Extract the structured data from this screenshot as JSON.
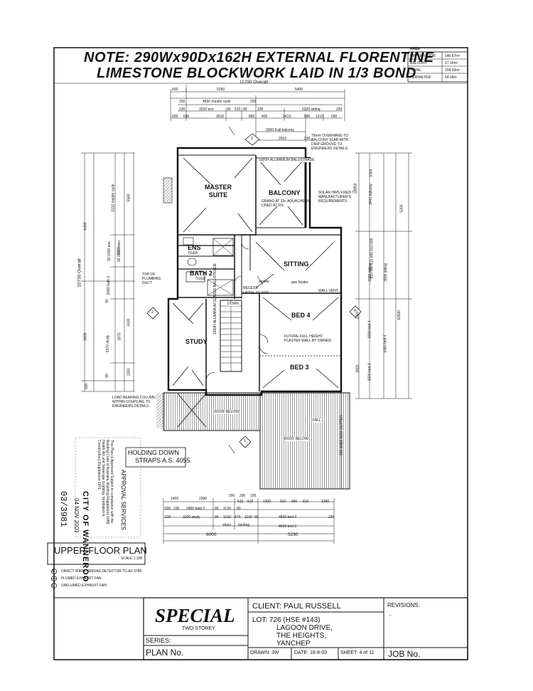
{
  "note": {
    "line1": "NOTE: 290Wx90Dx162H EXTERNAL FLORENTINE",
    "line2": "LIMESTONE BLOCKWORK LAID IN 1/3 BOND"
  },
  "area_table": {
    "heading": "AREA",
    "rows": [
      {
        "label": "UPPER FLOOR",
        "value": "140.67m²"
      },
      {
        "label": "BALCONY",
        "value": "17.16m²"
      },
      {
        "label": "TOTAL",
        "value": "158.03m²"
      },
      {
        "label": "PERIMETER",
        "value": "64.04m"
      }
    ]
  },
  "top_dims": {
    "overall": "11290 Overall",
    "row1": [
      "600",
      "5290",
      "5400"
    ],
    "row2": [
      "230",
      "4830 master suite",
      "230"
    ],
    "row3": [
      "230",
      "3220 ens",
      "90",
      "510",
      "90",
      "230",
      "6320 sitting",
      "230"
    ],
    "row4": [
      "600",
      "690",
      "3510",
      "890",
      "400",
      "2410",
      "690",
      "1210",
      "690"
    ],
    "row5": [
      "3300 b'all balcony"
    ],
    "row6": [
      "2910",
      "230"
    ]
  },
  "left_dims": {
    "overall": "15730 Overall",
    "col_a": [
      "9400",
      "5830",
      "500"
    ],
    "col_b": [
      "5110 master suite",
      "90 2000 ens",
      "90 2000 linen",
      "2000 bath 2",
      "90",
      "5370 study",
      "90"
    ],
    "col_c": [
      "5580",
      "2000",
      "3875",
      "4430",
      "1180"
    ]
  },
  "right_dims": {
    "overall": "10530",
    "col_a": [
      "5200"
    ],
    "col_b": [
      "4950",
      "2410",
      "3920"
    ],
    "col_c": [
      "1064",
      "3441 balcony",
      "610 490 510 690 510 695",
      "3320 sitting",
      "3190 bed 4",
      "3200 bed 3"
    ],
    "col_d": [
      "3800 sitting",
      "6480 bed 4"
    ]
  },
  "bottom_dims": {
    "row1": [
      "1400",
      "2390",
      "290",
      "290",
      "100",
      "510",
      "510",
      "1300",
      "910",
      "690",
      "810",
      "1390"
    ],
    "row2": [
      "600",
      "230",
      "2800 bath 2",
      "90",
      "1130",
      "80"
    ],
    "row3": [
      "230",
      "3200 study",
      "90",
      "1100",
      "470",
      "1100",
      "90",
      "4830 bed 4",
      "230"
    ],
    "row4": [
      "4830 bed 3"
    ],
    "row5": [
      "6000",
      "5290"
    ],
    "stairs": "stairs",
    "landing": "landing"
  },
  "rooms": {
    "master": "MASTER\nSUITE",
    "balcony": "BALCONY",
    "ens": "ENS",
    "ens_tiled": "TILED",
    "bath": "BATH 2",
    "bath_tiled": "TILED",
    "sitting": "SITTING",
    "bed4": "BED 4",
    "bed3": "BED 3",
    "study": "STUDY",
    "recess": "RECESS",
    "recess_note": "LINTEL AT 2400",
    "down": "DOWN",
    "roof_label": "ROOF BELOW",
    "roof_label2": "ROOF BELOW",
    "fall": "FALL"
  },
  "annotations": {
    "balustrade": "1000H ALUMINIUM BALUSTRADE",
    "balcony_grano": "GRANO AT 33c AQUACHECK LINED AT 50c",
    "overhang": "75mm OVERHANG TO BALCONY SLAB WITH DRIP GROOVE TO ENGINEERS DETAILS",
    "solar": "SOLAR HWS FIXED TO MANUFACTURER'S REQUIREMENTS",
    "plumbing": "TOP OF PLUMBING DUCT",
    "bearing": "LOAD BEARING COLUMN WITHIN COUPLING TO ENGINEERS DETAILS",
    "future_wall": "FUTURE FULL HEIGHT PLASTER WALL BY OWNER",
    "stair_balustrade": "1000H ALUMINIUM GLAZED BALUSTRADE",
    "wall_vent": "WALL VENT",
    "smoke": "smoke",
    "gas": "gas heater",
    "section_1": "1",
    "section_2": "2",
    "section_3": "3",
    "section_4": "4",
    "gutter": "900 WIDE BOX GUTTER"
  },
  "stamp": {
    "holding": "HOLDING DOWN",
    "straps": "STRAPS A.S. 4055",
    "city": "CITY OF WANNEROO",
    "approval": "APPROVAL SERVICES",
    "date": "04 NOV 2003",
    "number": "03/3981",
    "text": "This Plan is Approved Subject to compliance with the Building Code of Australia, Building Regulations 1989, Health Act and Sewerage (Lighting, Ventilation & Construction) Regulations 1971"
  },
  "plan_title": {
    "title": "UPPER FLOOR PLAN",
    "scale": "SCALE 1:100"
  },
  "legend": [
    {
      "symbol": "S",
      "text": "DIRECT WIRED SMOKE DETECTOR TO AS 3786"
    },
    {
      "symbol": "F",
      "text": "FLUMED EXHAUST FAN"
    },
    {
      "symbol": "U",
      "text": "UNFLUMED EXHAUST FAN"
    }
  ],
  "title_block": {
    "brand": "SPECIAL",
    "subtitle": "TWO STOREY",
    "series": "SERIES:",
    "plan_no": "PLAN No.",
    "client": "CLIENT: PAUL RUSSELL",
    "lot": "LOT: 726 (HSE #143)",
    "address1": "LAGOON DRIVE,",
    "address2": "THE HEIGHTS,",
    "address3": "YANCHEP",
    "revisions": "REVISIONS:",
    "revision_dash": "-",
    "drawn": "DRAWN: JW",
    "date": "DATE: 18-8-03",
    "sheet": "SHEET: 4 of 11",
    "job": "JOB No."
  }
}
